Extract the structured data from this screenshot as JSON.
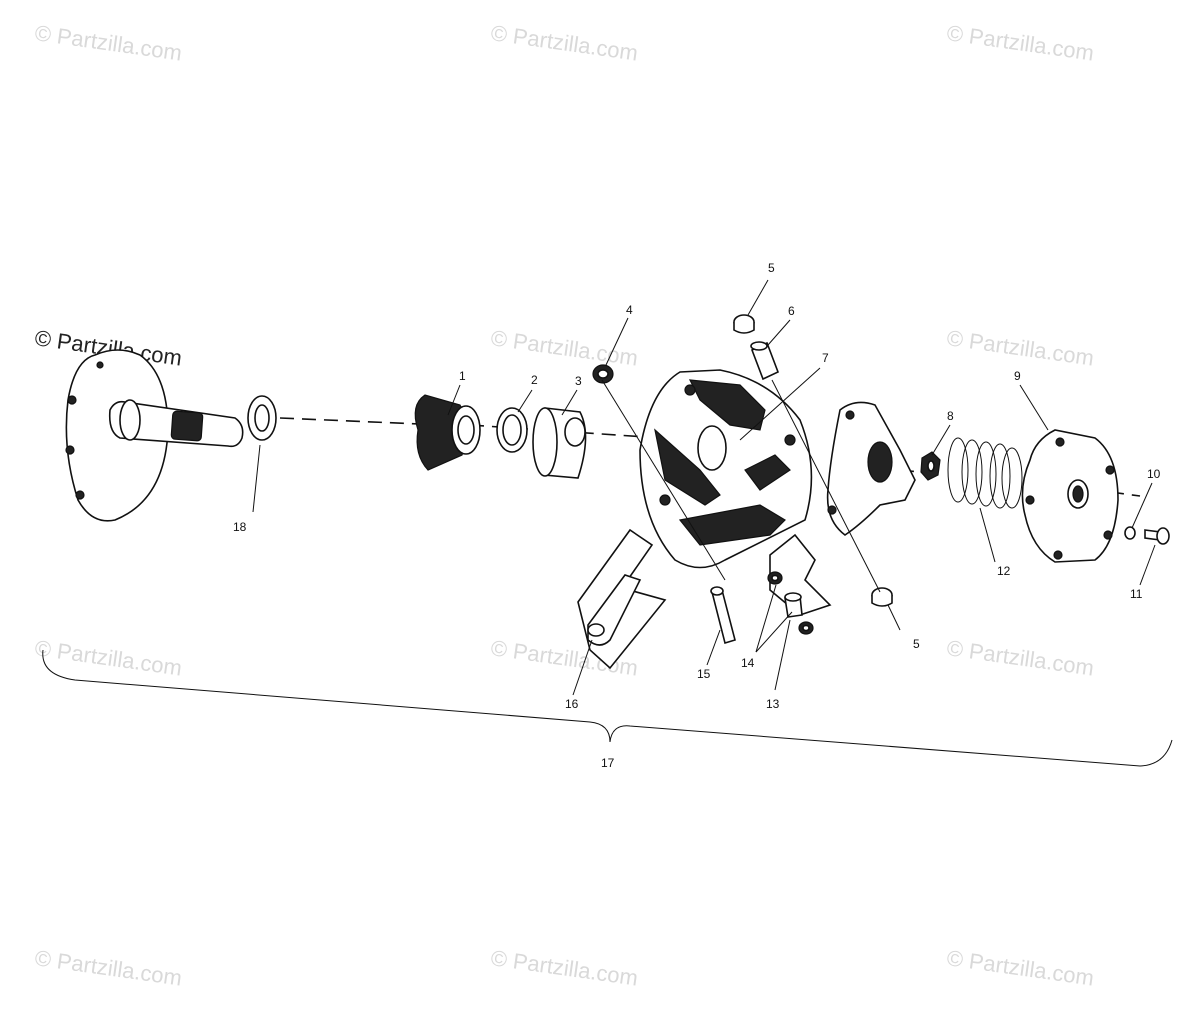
{
  "watermark_text": "© Partzilla.com",
  "callouts": {
    "c1": "1",
    "c2": "2",
    "c3": "3",
    "c4": "4",
    "c5a": "5",
    "c5b": "5",
    "c6": "6",
    "c7": "7",
    "c8": "8",
    "c9": "9",
    "c10": "10",
    "c11": "11",
    "c12": "12",
    "c13": "13",
    "c14": "14",
    "c15": "15",
    "c16": "16",
    "c17": "17",
    "c18": "18"
  },
  "colors": {
    "ink": "#111111",
    "watermark": "#d9d9d9",
    "background": "#ffffff"
  }
}
